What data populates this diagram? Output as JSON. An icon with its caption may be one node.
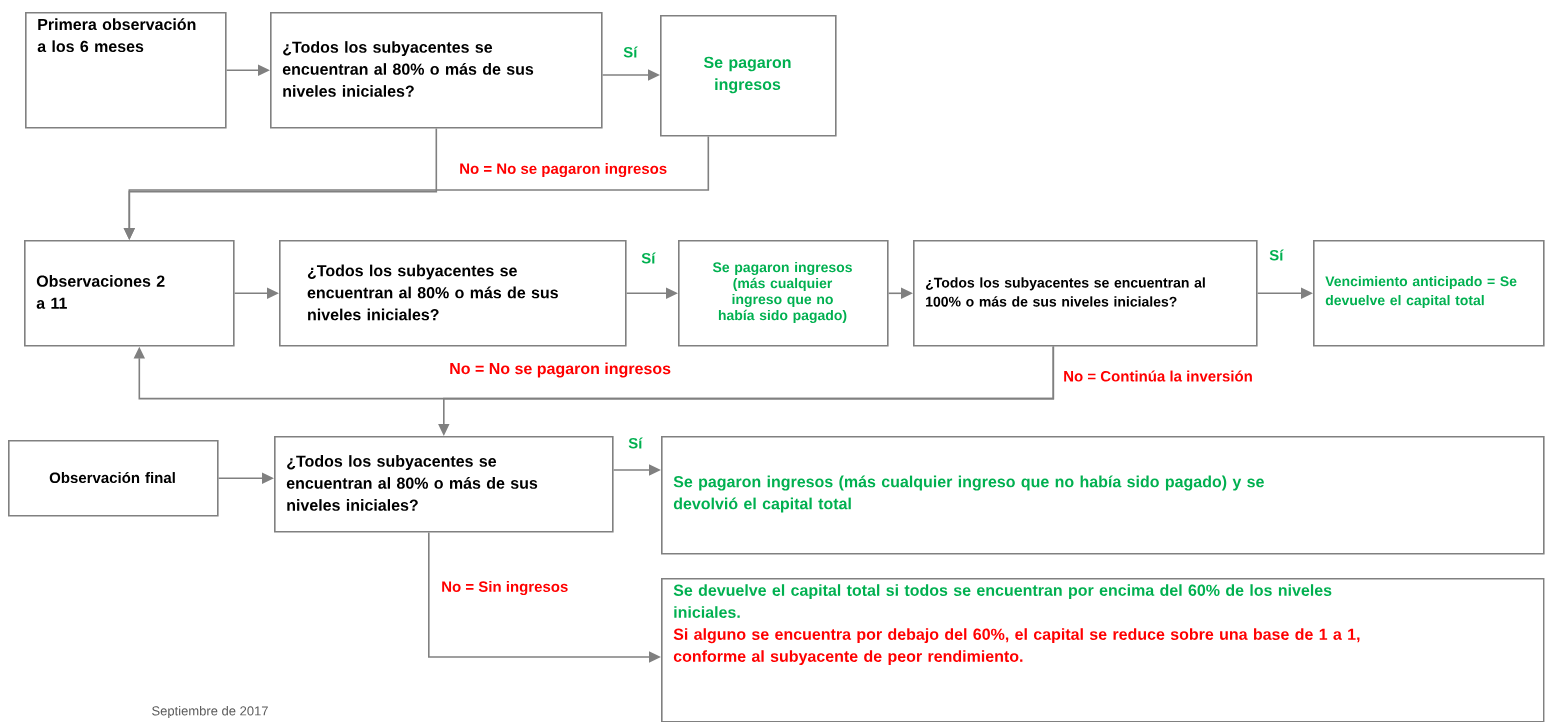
{
  "diagram": {
    "nodes": [
      {
        "text": [
          "Primera observación a los 6 meses"
        ]
      },
      {
        "text": [
          "¿Todos los subyacentes se encuentran al 80% o más de sus niveles iniciales?"
        ]
      },
      {
        "text": [
          "Se pagaron ingresos"
        ]
      },
      {
        "text": [
          "Observaciones 2 a 11"
        ]
      },
      {
        "text": [
          "¿Todos los subyacentes se encuentran al 80% o más de sus niveles iniciales?"
        ]
      },
      {
        "text": [
          "Se pagaron ingresos (más cualquier ingreso que no había sido pagado)"
        ]
      },
      {
        "text": [
          "¿Todos los subyacentes se encuentran al 100% o más de sus niveles iniciales?"
        ]
      },
      {
        "text": [
          "Vencimiento anticipado = Se devuelve el capital total"
        ]
      },
      {
        "text": [
          "Observación final"
        ]
      },
      {
        "text": [
          "¿Todos los subyacentes se encuentran al 80% o más de sus niveles iniciales?"
        ]
      },
      {
        "text": [
          "Se pagaron ingresos (más cualquier ingreso que no había sido pagado) y se devolvió el capital total"
        ]
      },
      {
        "text": [
          "Se devuelve el capital total si todos se encuentran por encima del 60% de los niveles iniciales.",
          "Si alguno se encuentra por debajo del 60%, el capital se reduce sobre una base de 1 a 1, conforme al subyacente de peor rendimiento."
        ]
      }
    ],
    "edges": [
      {
        "from": 0,
        "to": 1,
        "arrow": "to"
      },
      {
        "from": 1,
        "to": 2,
        "arrow": "to",
        "label": "Sí"
      },
      {
        "from": 1,
        "to": 3,
        "arrow": "to",
        "label": "No = No se pagaron ingresos"
      },
      {
        "from": 2,
        "to": 3,
        "arrow": "to"
      },
      {
        "from": 3,
        "to": 4,
        "arrow": "to"
      },
      {
        "from": 4,
        "to": 5,
        "arrow": "to",
        "label": "Sí"
      },
      {
        "from": 5,
        "to": 6,
        "arrow": "to"
      },
      {
        "from": 6,
        "to": 7,
        "arrow": "to",
        "label": "Sí"
      },
      {
        "from": 6,
        "to": 3,
        "arrow": "to",
        "label": "No = Continúa la inversión"
      },
      {
        "from": 6,
        "to": 9,
        "arrow": "to"
      },
      {
        "from": 8,
        "to": 9,
        "arrow": "to"
      },
      {
        "from": 9,
        "to": 10,
        "arrow": "to",
        "label": "Sí"
      },
      {
        "from": 9,
        "to": 11,
        "arrow": "to",
        "label": "No = Sin ingresos"
      }
    ],
    "labels": [
      "No = No se pagaron ingresos",
      "Septiembre de 2017"
    ]
  }
}
